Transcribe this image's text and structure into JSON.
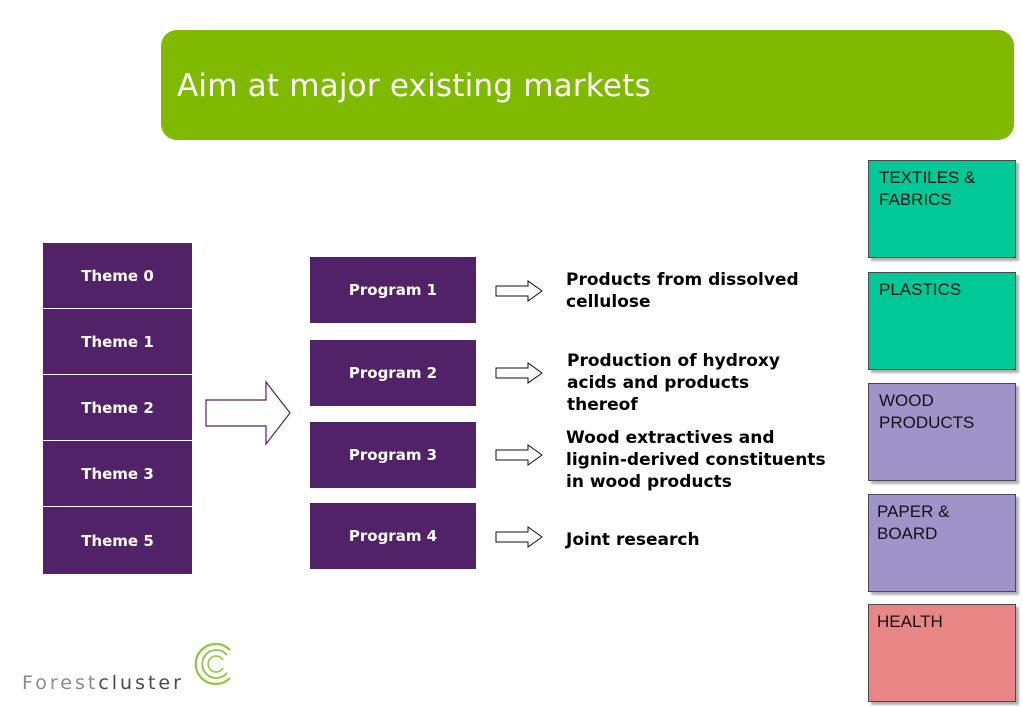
{
  "header": {
    "title": "Aim at major existing markets"
  },
  "themes": [
    "Theme 0",
    "Theme 1",
    "Theme 2",
    "Theme 3",
    "Theme 5"
  ],
  "programs": [
    "Program 1",
    "Program 2",
    "Program 3",
    "Program 4"
  ],
  "outcomes": [
    {
      "lines": [
        "Products from dissolved",
        "cellulose"
      ]
    },
    {
      "lines": [
        "Production of hydroxy",
        "acids and products",
        "thereof"
      ]
    },
    {
      "lines": [
        "Wood extractives and",
        "lignin-derived constituents",
        "in wood products"
      ]
    },
    {
      "lines": [
        "Joint research"
      ]
    }
  ],
  "markets": [
    {
      "lines": [
        "TEXTILES &",
        "FABRICS"
      ],
      "color": "#00c896"
    },
    {
      "lines": [
        "PLASTICS"
      ],
      "color": "#00c896"
    },
    {
      "lines": [
        "WOOD",
        "PRODUCTS"
      ],
      "color": "#a093c9"
    },
    {
      "lines": [
        "PAPER &",
        "BOARD"
      ],
      "color": "#a093c9"
    },
    {
      "lines": [
        "HEALTH"
      ],
      "color": "#e88585"
    }
  ],
  "logo": {
    "text_part1": "Forest",
    "text_part2": "cluster"
  },
  "colors": {
    "banner": "#7fba00",
    "box": "#512268",
    "logo_mark": "#8dc63f"
  }
}
